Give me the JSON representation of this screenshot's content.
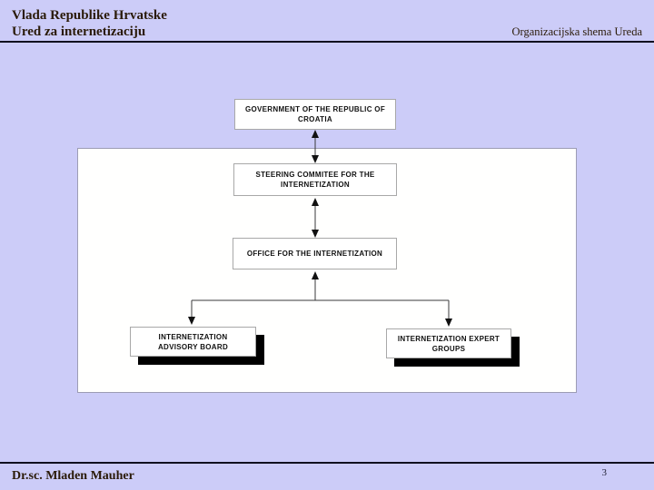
{
  "slide": {
    "colors": {
      "background": "#ccccf8",
      "rule": "#10101f",
      "heading_text": "#2a1a08",
      "canvas_background": "#fffffe",
      "node_border": "#a8a8a8",
      "node_text": "#111111",
      "node_shadow": "#000000",
      "connector": "#3a3a3a"
    }
  },
  "header": {
    "title_line1": "Vlada Republike Hrvatske",
    "title_line2": "Ured za internetizaciju",
    "right_label": "Organizacijska shema Ureda"
  },
  "footer": {
    "author": "Dr.sc. Mladen Mauher",
    "page_number": "3"
  },
  "orgchart": {
    "title": "Organizacijska shema Ureda",
    "nodes": [
      {
        "id": "government",
        "label": "GOVERNMENT OF THE REPUBLIC OF CROATIA"
      },
      {
        "id": "steering-committee",
        "label": "STEERING COMMITEE FOR THE INTERNETIZATION"
      },
      {
        "id": "office",
        "label": "OFFICE FOR THE INTERNETIZATION"
      },
      {
        "id": "advisory-board",
        "label": "INTERNETIZATION ADVISORY BOARD"
      },
      {
        "id": "expert-groups",
        "label": "INTERNETIZATION EXPERT GROUPS"
      }
    ],
    "edges": [
      {
        "from": "government",
        "to": "steering-committee",
        "type": "bidirectional-arrow"
      },
      {
        "from": "steering-committee",
        "to": "office",
        "type": "bidirectional-arrow"
      },
      {
        "from": "office",
        "to": "advisory-board",
        "type": "arrow-down-with-up-arrow-at-office"
      },
      {
        "from": "office",
        "to": "expert-groups",
        "type": "arrow-down-with-up-arrow-at-office"
      }
    ]
  }
}
